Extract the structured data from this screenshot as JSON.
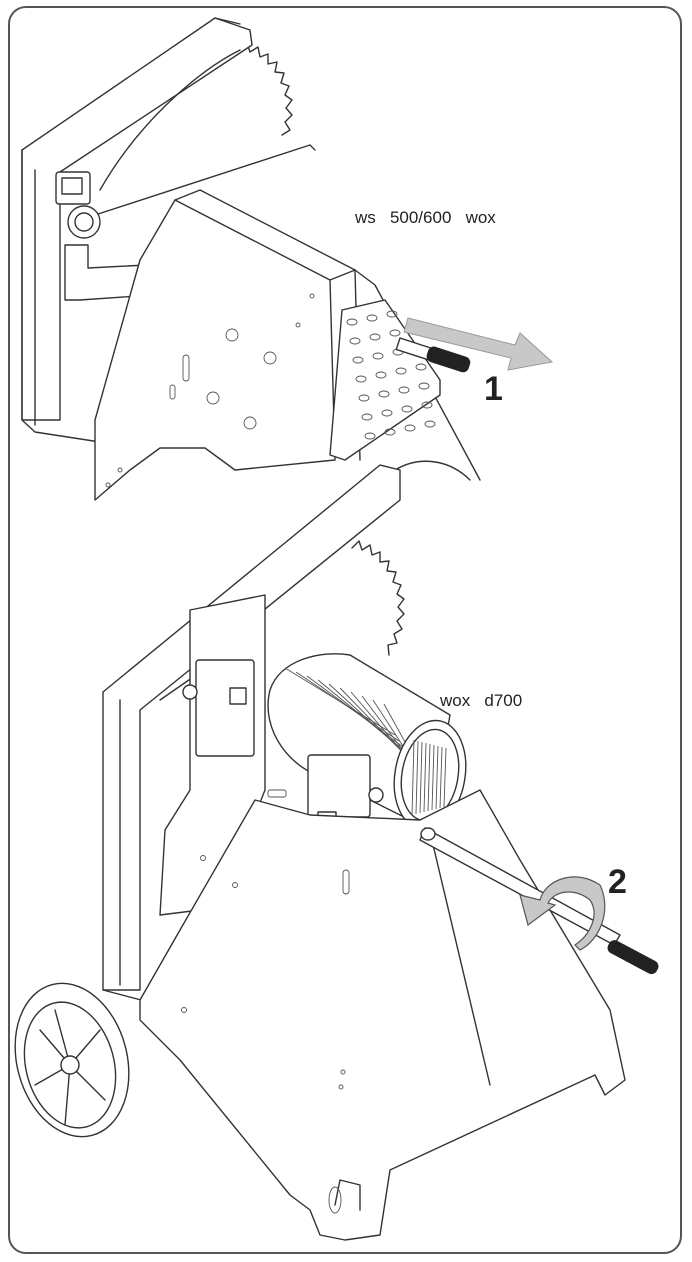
{
  "figure": {
    "top_model_label": "ws   500/600   wox",
    "bottom_model_label": "wox   d700",
    "step_1": "1",
    "step_2": "2"
  },
  "colors": {
    "line": "#333333",
    "arrow_fill": "#c8c8c8",
    "grip": "#222222",
    "frame_border": "#555555"
  },
  "icons": [
    "saw-blade-icon",
    "switch-box-icon",
    "motor-icon",
    "wheel-icon",
    "handle-icon",
    "pull-arrow-icon",
    "rotate-arrow-icon"
  ]
}
